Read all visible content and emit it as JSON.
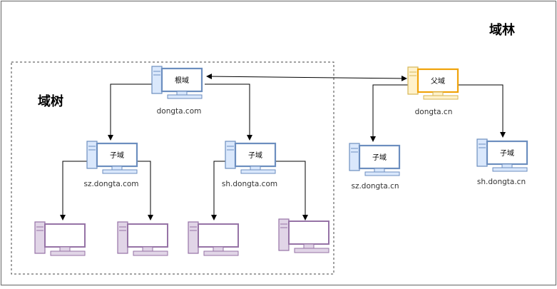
{
  "diagram": {
    "forest_label": "域林",
    "tree_label": "域树",
    "colors": {
      "blue_stroke": "#6c8ebf",
      "blue_fill": "#dae8fc",
      "yellow_stroke": "#d6b656",
      "yellow_fill": "#fff2cc",
      "yellow_accent": "#f0a30a",
      "purple_stroke": "#9673a6",
      "purple_fill": "#e1d5e7",
      "line": "#000000"
    },
    "nodes": [
      {
        "id": "root",
        "screen_label": "根域",
        "domain": "dongta.com",
        "color": "blue",
        "icon": "computer-icon"
      },
      {
        "id": "child-sz-com",
        "screen_label": "子域",
        "domain": "sz.dongta.com",
        "color": "blue",
        "icon": "computer-icon"
      },
      {
        "id": "child-sh-com",
        "screen_label": "子域",
        "domain": "sh.dongta.com",
        "color": "blue",
        "icon": "computer-icon"
      },
      {
        "id": "parent-cn",
        "screen_label": "父域",
        "domain": "dongta.cn",
        "color": "yellow",
        "icon": "computer-icon"
      },
      {
        "id": "child-sz-cn",
        "screen_label": "子域",
        "domain": "sz.dongta.cn",
        "color": "blue",
        "icon": "computer-icon"
      },
      {
        "id": "child-sh-cn",
        "screen_label": "子域",
        "domain": "sh.dongta.cn",
        "color": "blue",
        "icon": "computer-icon"
      },
      {
        "id": "client-1",
        "screen_label": "",
        "domain": "",
        "color": "purple",
        "icon": "computer-icon"
      },
      {
        "id": "client-2",
        "screen_label": "",
        "domain": "",
        "color": "purple",
        "icon": "computer-icon"
      },
      {
        "id": "client-3",
        "screen_label": "",
        "domain": "",
        "color": "purple",
        "icon": "computer-icon"
      },
      {
        "id": "client-4",
        "screen_label": "",
        "domain": "",
        "color": "purple",
        "icon": "computer-icon"
      }
    ],
    "edges": [
      {
        "from": "root",
        "to": "child-sz-com",
        "type": "arrow"
      },
      {
        "from": "root",
        "to": "child-sh-com",
        "type": "arrow"
      },
      {
        "from": "root",
        "to": "parent-cn",
        "type": "bidirectional"
      },
      {
        "from": "parent-cn",
        "to": "child-sz-cn",
        "type": "arrow"
      },
      {
        "from": "parent-cn",
        "to": "child-sh-cn",
        "type": "arrow"
      },
      {
        "from": "child-sz-com",
        "to": "client-1",
        "type": "arrow"
      },
      {
        "from": "child-sz-com",
        "to": "client-2",
        "type": "arrow"
      },
      {
        "from": "child-sh-com",
        "to": "client-3",
        "type": "arrow"
      },
      {
        "from": "child-sh-com",
        "to": "client-4",
        "type": "arrow"
      }
    ]
  }
}
